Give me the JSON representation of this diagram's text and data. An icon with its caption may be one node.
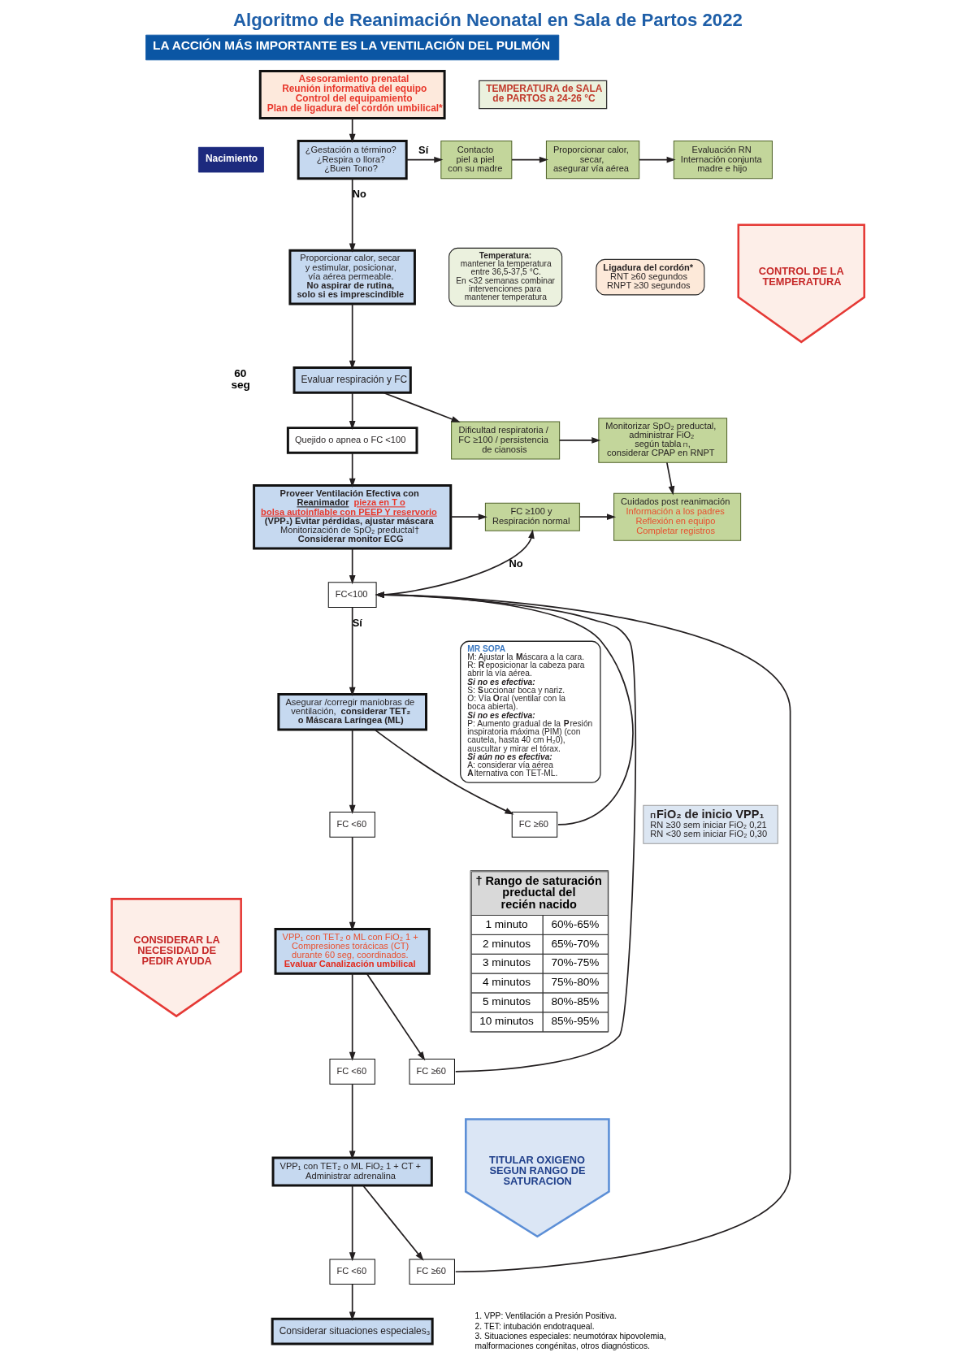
{
  "diagram": {
    "title": "Algoritmo de Reanimación Neonatal en Sala de Partos 2022",
    "nodes": [
      {
        "text": [
          "LA ACCIÓN MÁS IMPORTANTE ES LA VENTILACIÓN DEL PULMÓN"
        ]
      },
      {
        "text": [
          "Asesoramiento prenatal",
          "Reunión informativa del equipo",
          "Control del equipamiento",
          "Plan de ligadura del cordón umbilical*"
        ]
      },
      {
        "text": [
          "TEMPERATURA de SALA de PARTOS a 24-26 °C"
        ]
      },
      {
        "text": [
          "Nacimiento"
        ]
      },
      {
        "text": [
          "CONSIDERAR LA NECESIDAD DE PEDIR AYUDA"
        ]
      },
      {
        "text": [
          "¿Gestación a término?",
          "¿Respira o llora?",
          "¿Buen Tono?"
        ]
      },
      {
        "text": [
          "Contacto piel a piel con su madre"
        ]
      },
      {
        "text": [
          "Proporcionar calor, secar, asegurar vía aérea"
        ]
      },
      {
        "text": [
          "Evaluación RN",
          "Internación conjunta madre e hijo"
        ]
      },
      {
        "text": [
          "CONTROL DE LA TEMPERATURA"
        ]
      },
      {
        "text": [
          "Proporcionar calor, secar y estimular, posicionar, vía aérea permeable.",
          "No aspirar de rutina, solo si es imprescindible"
        ]
      },
      {
        "text": [
          "Temperatura:",
          "mantener la temperatura entre 36,5-37,5 °C.",
          "En <32 semanas combinar intervenciones para mantener temperatura"
        ]
      },
      {
        "text": [
          "Ligadura del cordón*",
          "RNT ≥60 segundos",
          "RNPT ≥30 segundos"
        ]
      },
      {
        "text": [
          "Evaluar respiración y FC"
        ]
      },
      {
        "text": [
          "Dificultad respiratoria / FC ≥100 / persistencia de cianosis"
        ]
      },
      {
        "text": [
          "Monitorizar SpO₂ preductal, administrar FiO₂ según tabla$^{Π}$, considerar CPAP en RNPT"
        ]
      },
      {
        "text": [
          "Quejido o apnea o FC <100"
        ]
      },
      {
        "text": [
          "Proveer Ventilación Efectiva con",
          "Reanimador",
          "pieza en T o bolsa autoinflable con PEEP Y reservorio",
          "(VPP₁) Evitar pérdidas, ajustar máscara",
          "Monitorización de SpO₂ preductal†",
          "Considerar monitor ECG"
        ]
      },
      {
        "text": [
          "FC ≥100 y Respiración normal"
        ]
      },
      {
        "text": [
          "Cuidados post reanimación",
          "Información a los padres",
          "Reflexión en equipo",
          "Completar registros"
        ]
      },
      {
        "text": [
          "TITULAR OXIGENO SEGUN RANGO DE SATURACION"
        ]
      },
      {
        "text": [
          "FC<100"
        ]
      },
      {
        "text": [
          "Asegurar /corregir maniobras de ventilación, **considerar TET₂ o Máscara Laríngea (ML)**"
        ]
      },
      {
        "text": [
          "MR SOPA",
          "M: Ajustar la **M**áscara a la cara.",
          "R: **R**eposicionar la cabeza para abrir la vía aérea.",
          "Si no es efectiva:",
          "S: **S**uccionar boca y nariz.",
          "O: Vía **O**ral (ventilar con la boca abierta).",
          "Si no es efectiva:",
          "P: Aumento gradual de la **P**resión inspiratoria máxima (PIM) (con cautela, hasta 40 cm H₂0), auscultar y mirar el tórax.",
          "Si aún no es efectiva:",
          "A: considerar vía aérea **A**lternativa con TET-ML."
        ]
      },
      {
        "text": [
          "$^{Π}$FiO₂ de inicio VPP₁",
          "RN ≥30 sem iniciar FiO₂ 0,21",
          "RN <30 sem iniciar FiO₂ 0,30"
        ]
      },
      {
        "text": [
          "FC <60"
        ]
      },
      {
        "text": [
          "FC ≥60"
        ]
      },
      {
        "text": [
          "VPP₁ con TET₂ o ML con FiO₂ 1 + Compresiones torácicas (CT) durante 60 seg, coordinados.",
          "Evaluar Canalización umbilical"
        ]
      },
      {
        "text": [
          "FC <60"
        ]
      },
      {
        "text": [
          "FC ≥60"
        ]
      },
      {
        "text": [
          "VPP₁ con TET₂ o ML FiO₂ 1 + CT + Administrar adrenalina"
        ]
      },
      {
        "text": [
          "FC <60"
        ]
      },
      {
        "text": [
          "FC ≥60"
        ]
      },
      {
        "text": [
          "Considerar situaciones especiales₃"
        ]
      }
    ],
    "edges": [
      {
        "from": 1,
        "to": 5,
        "arrow": "to"
      },
      {
        "from": 5,
        "to": 6,
        "arrow": "to",
        "label": "Sí"
      },
      {
        "from": 6,
        "to": 7,
        "arrow": "to"
      },
      {
        "from": 7,
        "to": 8,
        "arrow": "to"
      },
      {
        "from": 5,
        "to": 10,
        "arrow": "to",
        "label": "No"
      },
      {
        "from": 10,
        "to": 13,
        "arrow": "to"
      },
      {
        "from": 13,
        "to": 16,
        "arrow": "to"
      },
      {
        "from": 13,
        "to": 14,
        "arrow": "to"
      },
      {
        "from": 14,
        "to": 15,
        "arrow": "to"
      },
      {
        "from": 15,
        "to": 19,
        "arrow": "to"
      },
      {
        "from": 16,
        "to": 17,
        "arrow": "to"
      },
      {
        "from": 17,
        "to": 18,
        "arrow": "to"
      },
      {
        "from": 18,
        "to": 19,
        "arrow": "to"
      },
      {
        "from": 17,
        "to": 21,
        "arrow": "to"
      },
      {
        "from": 21,
        "to": 18,
        "arrow": "to",
        "label": "No"
      },
      {
        "from": 21,
        "to": 22,
        "arrow": "to",
        "label": "Sí"
      },
      {
        "from": 22,
        "to": 25,
        "arrow": "to"
      },
      {
        "from": 22,
        "to": 26,
        "arrow": "to"
      },
      {
        "from": 26,
        "to": 21,
        "arrow": "to"
      },
      {
        "from": 25,
        "to": 27,
        "arrow": "to"
      },
      {
        "from": 27,
        "to": 28,
        "arrow": "to"
      },
      {
        "from": 27,
        "to": 29,
        "arrow": "to"
      },
      {
        "from": 29,
        "to": 21,
        "arrow": "to"
      },
      {
        "from": 28,
        "to": 30,
        "arrow": "to"
      },
      {
        "from": 30,
        "to": 31,
        "arrow": "to"
      },
      {
        "from": 30,
        "to": 32,
        "arrow": "to"
      },
      {
        "from": 32,
        "to": 21,
        "arrow": "to"
      },
      {
        "from": 31,
        "to": 33,
        "arrow": "to"
      }
    ],
    "labels": [
      "60 seg",
      "† Rango de saturación preductal del recién nacido",
      "1 minuto",
      "60%-65%",
      "2 minutos",
      "65%-70%",
      "3 minutos",
      "70%-75%",
      "4 minutos",
      "75%-80%",
      "5 minutos",
      "80%-85%",
      "10 minutos",
      "85%-95%",
      "1. VPP: Ventilación a Presión Positiva.",
      "2. TET: intubación endotraqueal.",
      "3. Situaciones especiales: neumotórax hipovolemia, malformaciones congénitas, otros diagnósticos."
    ]
  }
}
